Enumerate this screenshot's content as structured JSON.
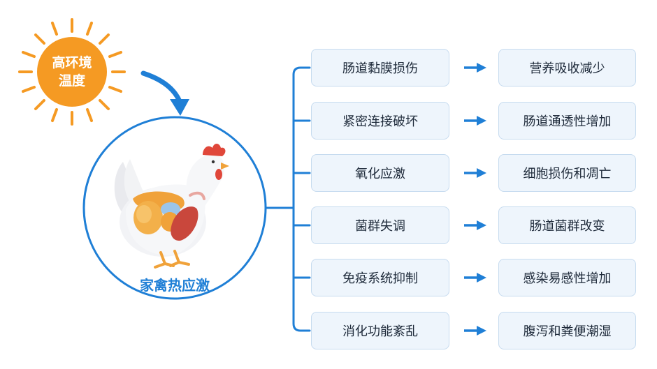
{
  "sun": {
    "line1": "高环境",
    "line2": "温度",
    "color": "#f59a23"
  },
  "center": {
    "label": "家禽热应激",
    "accent": "#1f7fd6"
  },
  "flows": [
    {
      "cause": "肠道黏膜损伤",
      "effect": "营养吸收减少"
    },
    {
      "cause": "紧密连接破坏",
      "effect": "肠道通透性增加"
    },
    {
      "cause": "氧化应激",
      "effect": "细胞损伤和凋亡"
    },
    {
      "cause": "菌群失调",
      "effect": "肠道菌群改变"
    },
    {
      "cause": "免疫系统抑制",
      "effect": "感染易感性增加"
    },
    {
      "cause": "消化功能紊乱",
      "effect": "腹泻和粪便潮湿"
    }
  ]
}
